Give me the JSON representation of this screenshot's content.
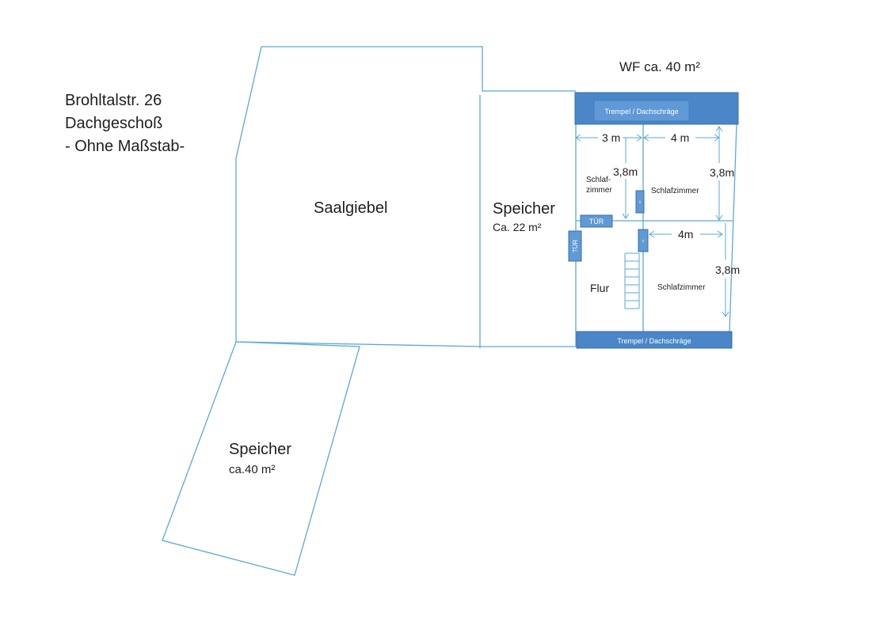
{
  "header": {
    "line1": "Brohltalstr. 26",
    "line2": "Dachgeschoß",
    "line3": "- Ohne Maßstab-"
  },
  "wohnflaeche": "WF ca. 40 m²",
  "rooms": {
    "saalgiebel": "Saalgiebel",
    "speicher_mid_name": "Speicher",
    "speicher_mid_area": "Ca. 22 m²",
    "speicher_low_name": "Speicher",
    "speicher_low_area": "ca.40 m²",
    "schlaf_small_1": "Schlaf-",
    "schlaf_small_2": "zimmer",
    "schlaf_top_right": "Schlafzimmer",
    "schlaf_bottom_right": "Schlafzimmer",
    "flur": "Flur"
  },
  "bars": {
    "top": "Trempel / Dachschräge",
    "bottom": "Trempel / Dachschräge"
  },
  "doors": {
    "horizontal": "TÜR",
    "vertical": "TÜR",
    "small_1": "T",
    "small_2": "T"
  },
  "dimensions": {
    "width_left": "3 m",
    "width_right": "4 m",
    "height_small": "3,8m",
    "height_top_right": "3,8m",
    "width_bottom_right": "4m",
    "height_bottom_right": "3,8m"
  },
  "colors": {
    "line": "#5aa9d6",
    "bar": "#4a86c8"
  }
}
